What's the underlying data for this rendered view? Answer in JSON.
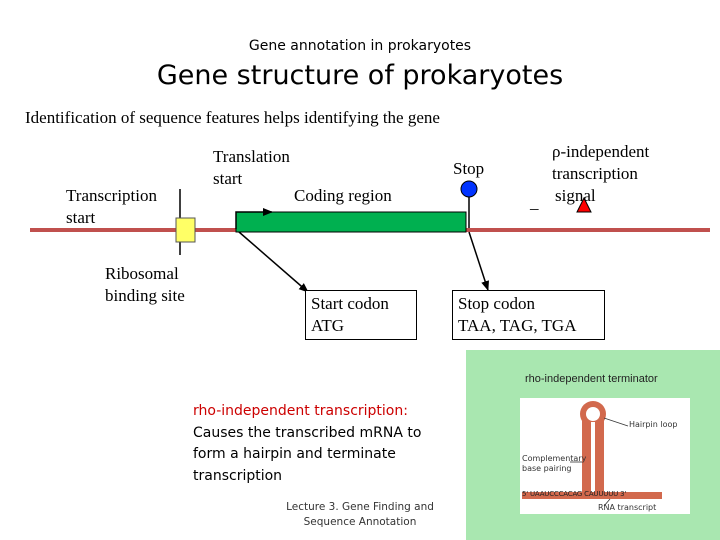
{
  "header": {
    "caption": "Gene annotation in prokaryotes",
    "title": "Gene structure of prokaryotes",
    "subtitle": "Identification of sequence features helps identifying the gene"
  },
  "diagram": {
    "transcription_start": [
      "Transcription",
      "start"
    ],
    "translation_start": [
      "Translation",
      "start"
    ],
    "coding_region": "Coding region",
    "stop": "Stop",
    "rho_signal": [
      "ρ-independent",
      "transcription",
      "signal"
    ],
    "ribosomal_binding_site": [
      "Ribosomal",
      "binding site"
    ],
    "start_codon": [
      "Start codon",
      "ATG"
    ],
    "stop_codon": [
      "Stop codon",
      "TAA, TAG, TGA"
    ],
    "dash_mark": "_"
  },
  "inset": {
    "caption": "rho-independent terminator",
    "hairpin_loop": "Hairpin loop",
    "complementary": [
      "Complementary",
      "base pairing"
    ],
    "rna_transcript": "RNA transcript",
    "sequence": "5' UAAUCCCACAG CAUUUUU 3'"
  },
  "note": {
    "heading": "rho-independent transcription:",
    "body": "Causes the transcribed mRNA to form a hairpin and terminate transcription"
  },
  "footer": "Lecture 3. Gene Finding and Sequence Annotation",
  "colors": {
    "dna_line": "#c0504d",
    "marker_yellow": "#ffff66",
    "coding_green": "#00b050",
    "stop_blue": "#0033ff",
    "signal_red": "#ff0000",
    "note_heading": "#cc0000",
    "inset_bg": "#a9e7b0"
  }
}
